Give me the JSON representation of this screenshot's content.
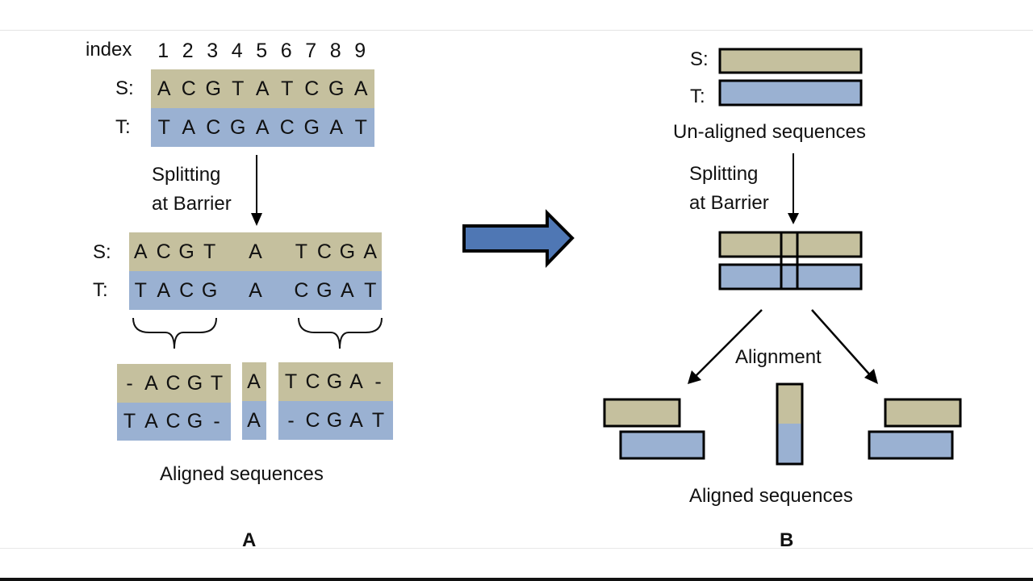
{
  "panelA": {
    "index_label": "index",
    "indices": [
      "1",
      "2",
      "3",
      "4",
      "5",
      "6",
      "7",
      "8",
      "9"
    ],
    "s_label": "S:",
    "t_label": "T:",
    "S": [
      "A",
      "C",
      "G",
      "T",
      "A",
      "T",
      "C",
      "G",
      "A"
    ],
    "T": [
      "T",
      "A",
      "C",
      "G",
      "A",
      "C",
      "G",
      "A",
      "T"
    ],
    "split_label_1": "Splitting",
    "split_label_2": "at Barrier",
    "split": {
      "S": [
        "A",
        "C",
        "G",
        "T",
        "",
        "A",
        "",
        "T",
        "C",
        "G",
        "A"
      ],
      "T": [
        "T",
        "A",
        "C",
        "G",
        "",
        "A",
        "",
        "C",
        "G",
        "A",
        "T"
      ]
    },
    "aligned_blocks": [
      {
        "S": [
          "-",
          "A",
          "C",
          "G",
          "T"
        ],
        "T": [
          "T",
          "A",
          "C",
          "G",
          "-"
        ]
      },
      {
        "S": [
          "A"
        ],
        "T": [
          "A"
        ]
      },
      {
        "S": [
          "T",
          "C",
          "G",
          "A",
          "-"
        ],
        "T": [
          "-",
          "C",
          "G",
          "A",
          "T"
        ]
      }
    ],
    "aligned_label": "Aligned sequences",
    "panel_label": "A"
  },
  "panelB": {
    "s_label": "S:",
    "t_label": "T:",
    "unaligned_label": "Un-aligned sequences",
    "split_label_1": "Splitting",
    "split_label_2": "at Barrier",
    "alignment_label": "Alignment",
    "aligned_label": "Aligned sequences",
    "panel_label": "B"
  },
  "colors": {
    "S": "#c5c09e",
    "T": "#9ab1d2",
    "arrow": "#4f77b4"
  }
}
